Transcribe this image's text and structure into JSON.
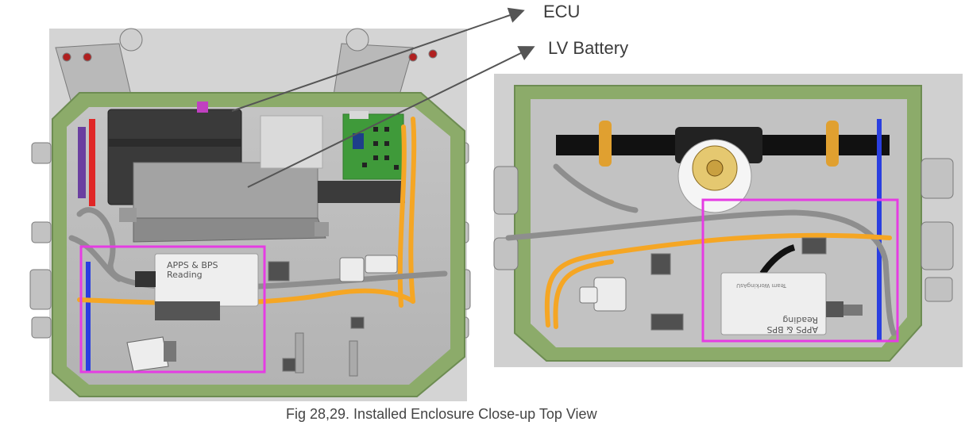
{
  "callouts": {
    "ecu": "ECU",
    "lv_battery": "LV Battery"
  },
  "module": {
    "line1": "APPS & BPS",
    "line2": "Reading",
    "brand_mirrored": "Team WorkingAsU"
  },
  "caption": "Fig 28,29. Installed Enclosure Close-up Top View",
  "colors": {
    "frame": "#8cab6a",
    "frame_dark": "#6d8c52",
    "panel": "#c9c9c9",
    "enclosure_floor": "#bdbdbd",
    "highlight": "#e53ce3",
    "harness": "#f5a624",
    "pcb": "#3f9a3a",
    "battery": "#3a3a3a",
    "ecu_box": "#9f9f9f",
    "arrow": "#555555"
  }
}
